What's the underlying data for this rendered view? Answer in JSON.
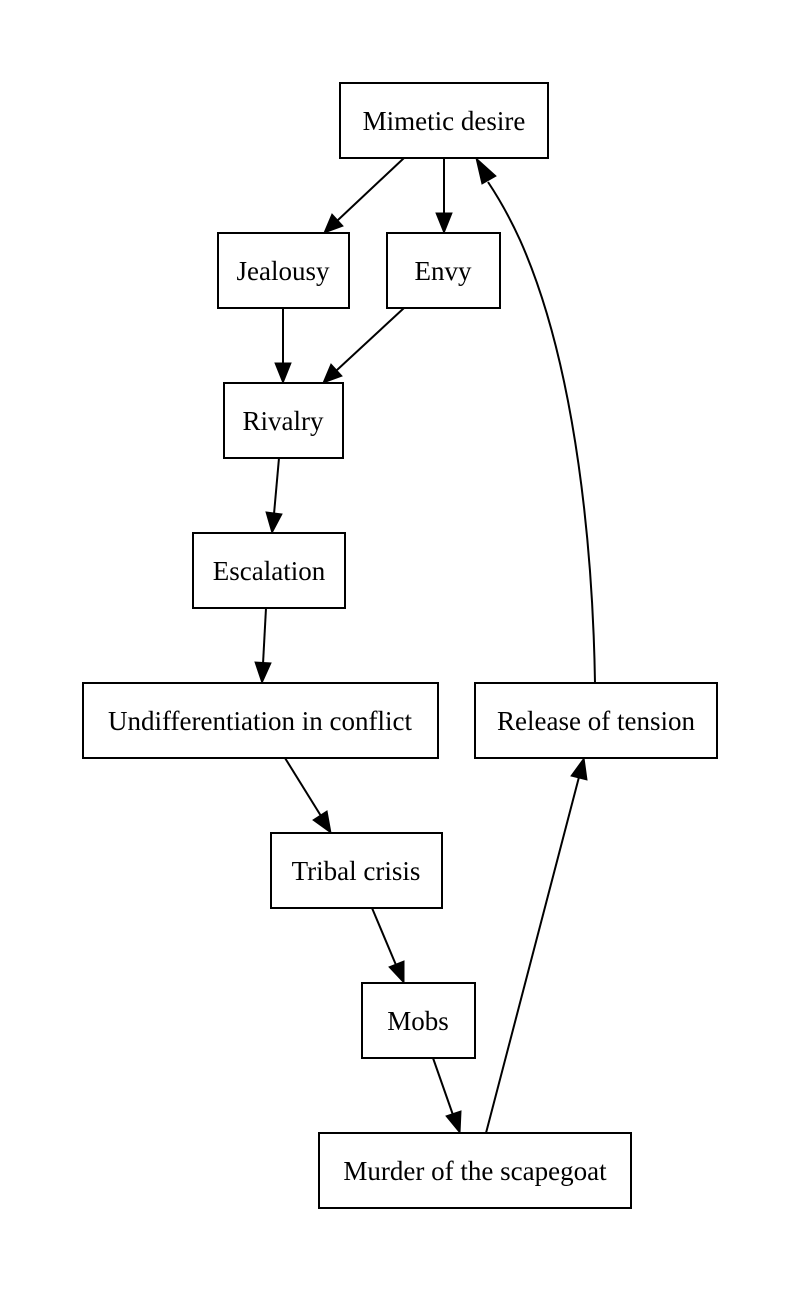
{
  "diagram": {
    "nodes": {
      "mimetic_desire": "Mimetic desire",
      "jealousy": "Jealousy",
      "envy": "Envy",
      "rivalry": "Rivalry",
      "escalation": "Escalation",
      "undifferentiation": "Undifferentiation in conflict",
      "release": "Release of tension",
      "tribal_crisis": "Tribal crisis",
      "mobs": "Mobs",
      "murder": "Murder of the scapegoat"
    },
    "edges": [
      [
        "mimetic_desire",
        "jealousy"
      ],
      [
        "mimetic_desire",
        "envy"
      ],
      [
        "jealousy",
        "rivalry"
      ],
      [
        "envy",
        "rivalry"
      ],
      [
        "rivalry",
        "escalation"
      ],
      [
        "escalation",
        "undifferentiation"
      ],
      [
        "undifferentiation",
        "tribal_crisis"
      ],
      [
        "tribal_crisis",
        "mobs"
      ],
      [
        "mobs",
        "murder"
      ],
      [
        "murder",
        "release"
      ],
      [
        "release",
        "mimetic_desire"
      ]
    ]
  }
}
